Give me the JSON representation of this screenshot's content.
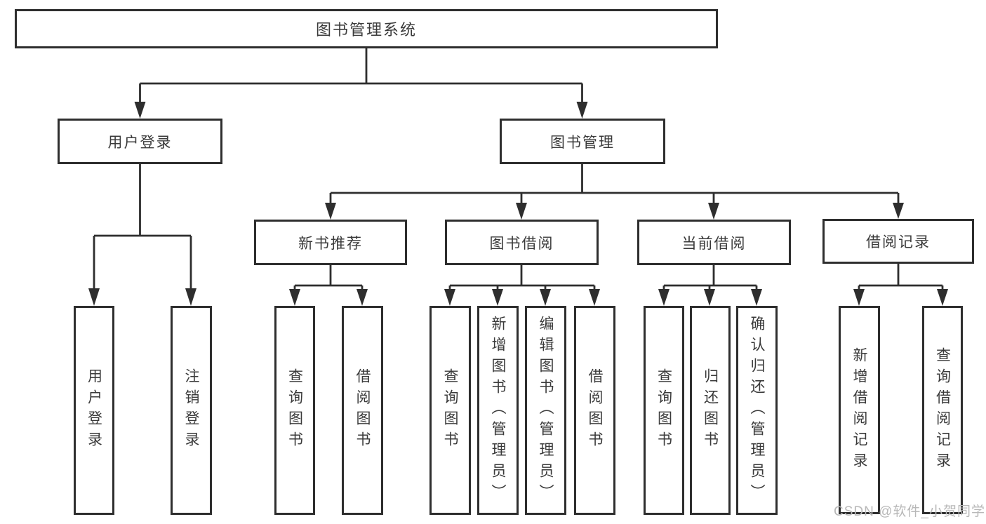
{
  "diagram": {
    "title": "图书管理系统",
    "root": {
      "label": "图书管理系统"
    },
    "level2": [
      "用户登录",
      "图书管理"
    ],
    "level3": [
      "新书推荐",
      "图书借阅",
      "当前借阅",
      "借阅记录"
    ],
    "leaves": {
      "user_login": [
        "用户登录",
        "注销登录"
      ],
      "new_book_recommend": [
        "查询图书",
        "借阅图书"
      ],
      "book_borrowing": [
        "查询图书",
        "新增图书（管理员）",
        "编辑图书（管理员）",
        "借阅图书"
      ],
      "current_borrowing": [
        "查询图书",
        "归还图书",
        "确认归还（管理员）"
      ],
      "borrowing_records": [
        "新增借阅记录",
        "查询借阅记录"
      ]
    }
  },
  "watermark": {
    "text": "CSDN @软件_小贺同学"
  },
  "colors": {
    "line": "#2e2e2e",
    "box_border": "#2e2e2e",
    "text": "#3a3a3a",
    "watermark": "#b8b8b8",
    "background": "#ffffff"
  }
}
